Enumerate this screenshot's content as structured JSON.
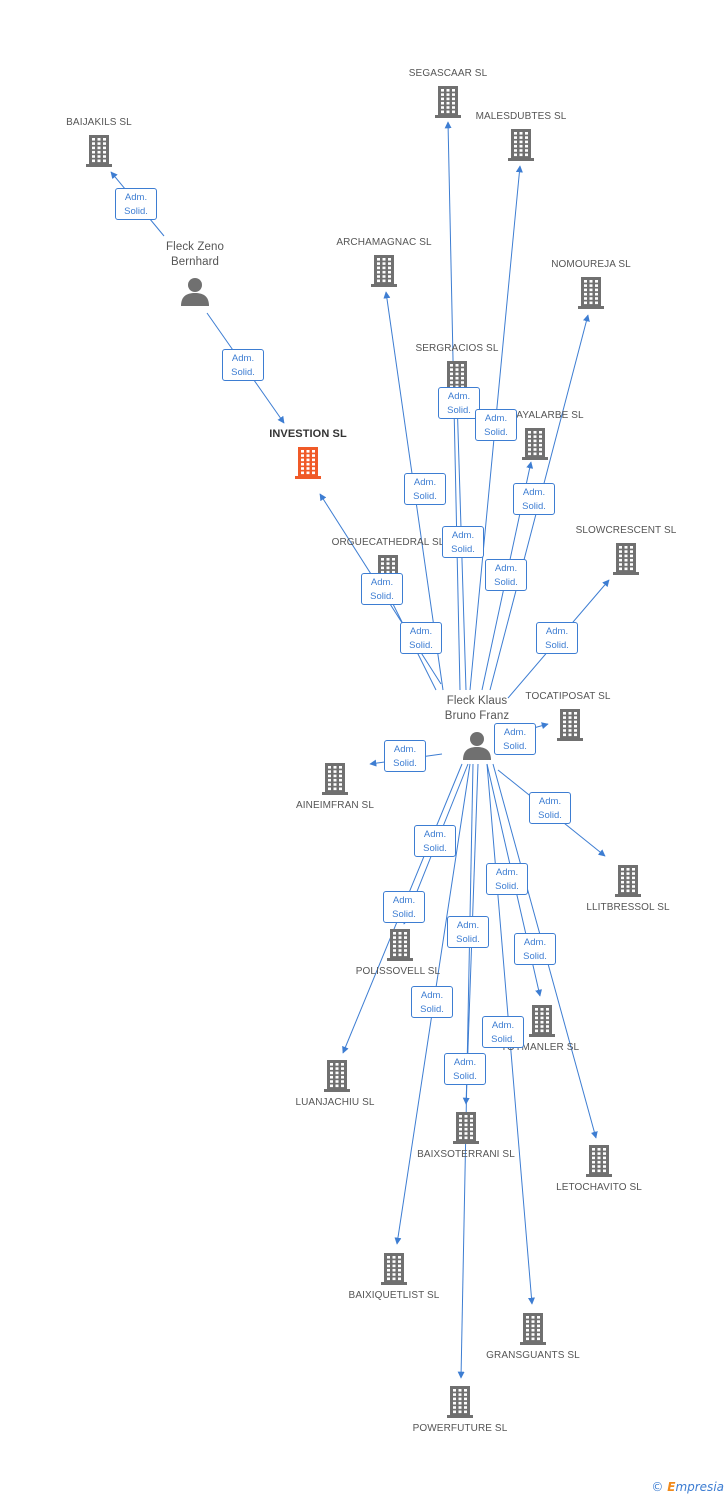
{
  "colors": {
    "link": "#3d7dd2",
    "company": "#707070",
    "focus": "#f05a28",
    "person": "#707070"
  },
  "people": [
    {
      "id": "p1",
      "name": [
        "Fleck Zeno",
        "Bernhard"
      ]
    },
    {
      "id": "p2",
      "name": [
        "Fleck Klaus",
        "Bruno Franz"
      ]
    }
  ],
  "companies": [
    {
      "id": "c_investion",
      "name": "INVESTION SL",
      "focus": true
    },
    {
      "id": "c_baijakils",
      "name": "BAIJAKILS SL"
    },
    {
      "id": "c_segascaar",
      "name": "SEGASCAAR SL"
    },
    {
      "id": "c_malesdubtes",
      "name": "MALESDUBTES SL"
    },
    {
      "id": "c_archamagnac",
      "name": "ARCHAMAGNAC SL"
    },
    {
      "id": "c_nomoureja",
      "name": "NOMOUREJA SL"
    },
    {
      "id": "c_sergracios",
      "name": "SERGRACIOS SL"
    },
    {
      "id": "c_payalarbe",
      "name": "PAYALARBE SL"
    },
    {
      "id": "c_orguecathedral",
      "name": "ORGUECATHEDRAL SL"
    },
    {
      "id": "c_slowcrescent",
      "name": "SLOWCRESCENT SL"
    },
    {
      "id": "c_tocatiposat",
      "name": "TOCATIPOSAT SL"
    },
    {
      "id": "c_aineimfran",
      "name": "AINEIMFRAN SL"
    },
    {
      "id": "c_llitbressol",
      "name": "LLITBRESSOL SL"
    },
    {
      "id": "c_polissovell",
      "name": "POLISSOVELL SL"
    },
    {
      "id": "c_toymanler",
      "name": "TOYMANLER SL"
    },
    {
      "id": "c_luanjachiu",
      "name": "LUANJACHIU SL"
    },
    {
      "id": "c_baixsoterrani",
      "name": "BAIXSOTERRANI SL"
    },
    {
      "id": "c_letochavito",
      "name": "LETOCHAVITO SL"
    },
    {
      "id": "c_baixiquetlist",
      "name": "BAIXIQUETLIST SL"
    },
    {
      "id": "c_gransguants",
      "name": "GRANSGUANTS SL"
    },
    {
      "id": "c_powerfuture",
      "name": "POWERFUTURE SL"
    }
  ],
  "relation_label": [
    "Adm.",
    "Solid."
  ],
  "links": [
    {
      "from": "p1",
      "to": "c_baijakils"
    },
    {
      "from": "p1",
      "to": "c_investion"
    },
    {
      "from": "p2",
      "to": "c_investion"
    },
    {
      "from": "p2",
      "to": "c_segascaar"
    },
    {
      "from": "p2",
      "to": "c_malesdubtes"
    },
    {
      "from": "p2",
      "to": "c_archamagnac"
    },
    {
      "from": "p2",
      "to": "c_nomoureja"
    },
    {
      "from": "p2",
      "to": "c_sergracios"
    },
    {
      "from": "p2",
      "to": "c_payalarbe"
    },
    {
      "from": "p2",
      "to": "c_orguecathedral"
    },
    {
      "from": "p2",
      "to": "c_slowcrescent"
    },
    {
      "from": "p2",
      "to": "c_tocatiposat"
    },
    {
      "from": "p2",
      "to": "c_aineimfran"
    },
    {
      "from": "p2",
      "to": "c_llitbressol"
    },
    {
      "from": "p2",
      "to": "c_polissovell"
    },
    {
      "from": "p2",
      "to": "c_toymanler"
    },
    {
      "from": "p2",
      "to": "c_luanjachiu"
    },
    {
      "from": "p2",
      "to": "c_baixsoterrani"
    },
    {
      "from": "p2",
      "to": "c_letochavito"
    },
    {
      "from": "p2",
      "to": "c_baixiquetlist"
    },
    {
      "from": "p2",
      "to": "c_gransguants"
    },
    {
      "from": "p2",
      "to": "c_powerfuture"
    }
  ],
  "brand": {
    "copyright": "©",
    "e": "E",
    "name": "mpresia"
  }
}
